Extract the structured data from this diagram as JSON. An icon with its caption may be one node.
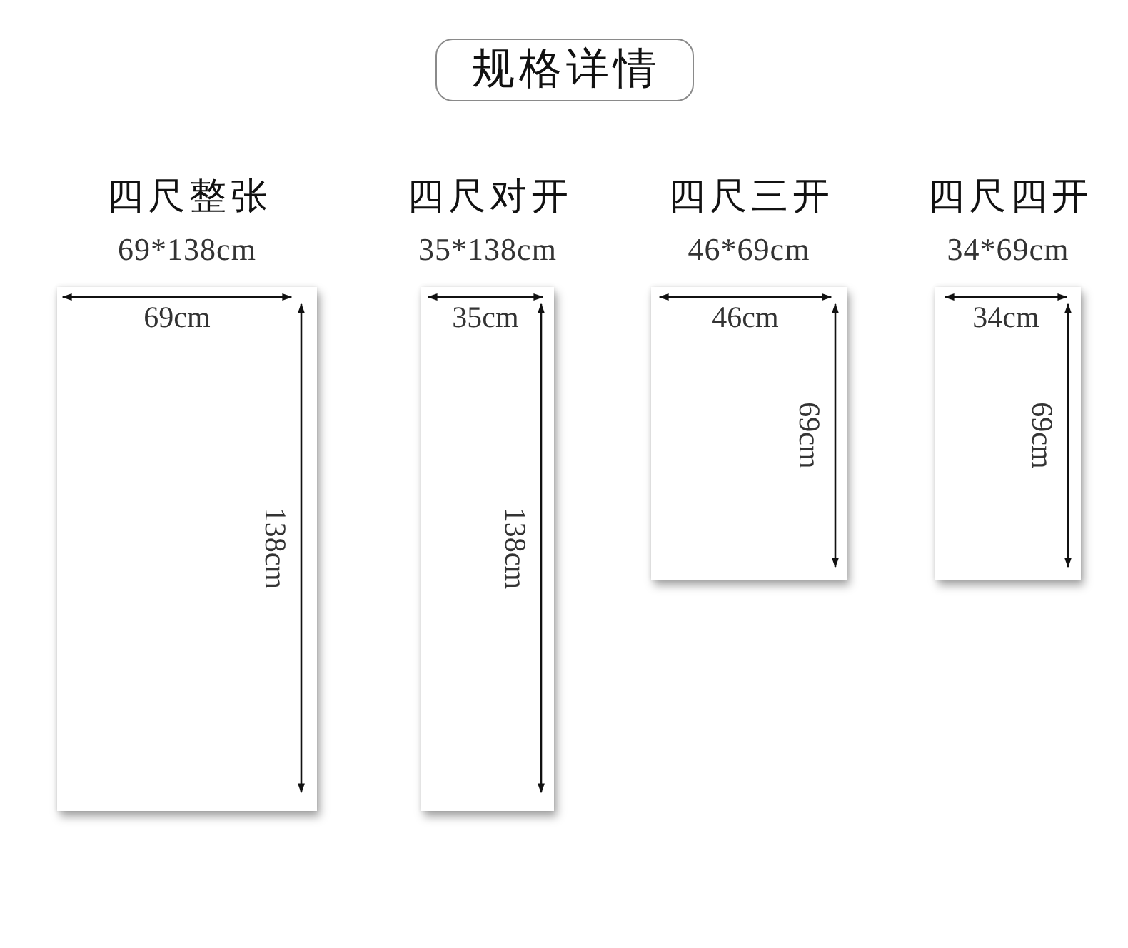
{
  "diagram": {
    "title": "规格详情",
    "nodes": [
      {
        "text": [
          "四尺整张",
          "69*138cm",
          "69cm",
          "138cm"
        ]
      },
      {
        "text": [
          "四尺对开",
          "35*138cm",
          "35cm",
          "138cm"
        ]
      },
      {
        "text": [
          "四尺三开",
          "46*69cm",
          "46cm",
          "69cm"
        ]
      },
      {
        "text": [
          "四尺四开",
          "34*69cm",
          "34cm",
          "69cm"
        ]
      }
    ]
  }
}
